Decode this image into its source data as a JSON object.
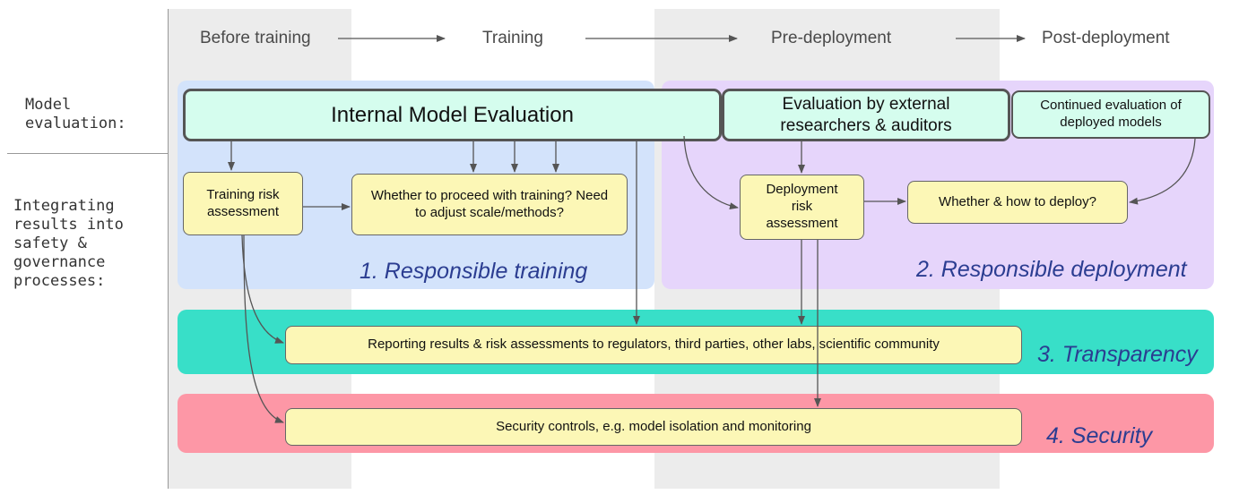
{
  "stages": [
    "Before training",
    "Training",
    "Pre-deployment",
    "Post-deployment"
  ],
  "side_labels": {
    "model_evaluation": "Model\nevaluation:",
    "integrating": "Integrating\nresults into\nsafety &\ngovernance\nprocesses:"
  },
  "regions": {
    "responsible_training": "1. Responsible training",
    "responsible_deployment": "2. Responsible deployment",
    "transparency": "3. Transparency",
    "security": "4. Security"
  },
  "evaluations": {
    "internal": "Internal Model Evaluation",
    "external": "Evaluation by external researchers & auditors",
    "continued": "Continued evaluation of deployed models"
  },
  "processes": {
    "training_risk": "Training risk assessment",
    "proceed_training": "Whether to proceed with training? Need to adjust scale/methods?",
    "deployment_risk": "Deployment risk assessment",
    "how_deploy": "Whether & how to deploy?",
    "reporting": "Reporting results & risk assessments to regulators, third parties, other labs, scientific community",
    "security_controls": "Security controls, e.g. model isolation and monitoring"
  },
  "colors": {
    "column_grey": "#ececec",
    "training_region": "#d3e3fb",
    "deployment_region": "#e6d5fb",
    "transparency_band": "#38dfc8",
    "security_band": "#fd97a6",
    "eval_box": "#d5fdee",
    "process_box": "#fcf7b6",
    "region_label": "#2b3d91"
  }
}
